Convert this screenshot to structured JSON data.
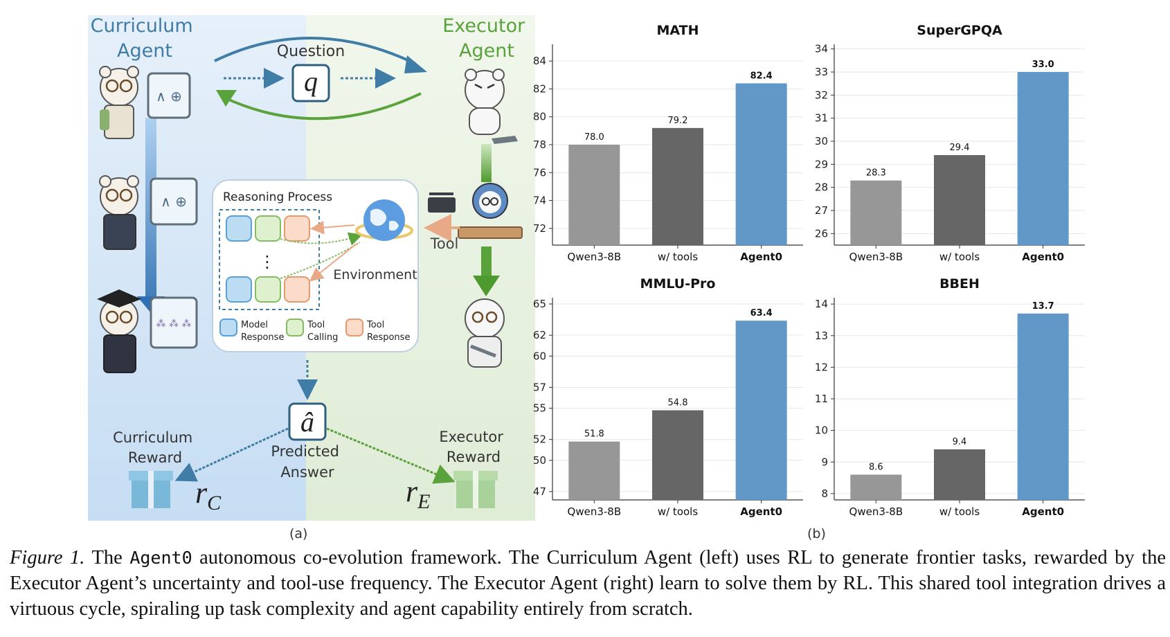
{
  "panel_a": {
    "curriculum_agent": "Curriculum\nAgent",
    "executor_agent": "Executor\nAgent",
    "question": "Question",
    "q_symbol": "q",
    "reasoning_process": "Reasoning Process",
    "dots": "⋮",
    "environment": "Environment",
    "tool": "Tool",
    "legend": [
      {
        "label": "Model\nResponse",
        "color": "#bcdcf3",
        "stroke": "#5aa0d4"
      },
      {
        "label": "Tool\nCalling",
        "color": "#dff0cf",
        "stroke": "#86bb63"
      },
      {
        "label": "Tool\nResponse",
        "color": "#fbdccb",
        "stroke": "#e59a6e"
      }
    ],
    "a_hat": "â",
    "predicted_answer": "Predicted\nAnswer",
    "curriculum_reward": "Curriculum\nReward",
    "executor_reward": "Executor\nReward",
    "r_c": "r",
    "r_c_sub": "C",
    "r_e": "r",
    "r_e_sub": "E",
    "colors": {
      "blue": "#3f7ca6",
      "green": "#5aa23c",
      "orange": "#e8a987"
    }
  },
  "sublabel_a": "(a)",
  "sublabel_b": "(b)",
  "chart_data": [
    {
      "type": "bar",
      "title": "MATH",
      "categories": [
        "Qwen3-8B",
        "w/ tools",
        "Agent0"
      ],
      "values": [
        78.0,
        79.2,
        82.4
      ],
      "labels": [
        "78.0",
        "79.2",
        "82.4"
      ],
      "yticks": [
        72,
        74,
        76,
        78,
        80,
        82,
        84
      ],
      "ylim": [
        70.8,
        85.2
      ],
      "colors": [
        "#979797",
        "#666666",
        "#6298c7"
      ]
    },
    {
      "type": "bar",
      "title": "SuperGPQA",
      "categories": [
        "Qwen3-8B",
        "w/ tools",
        "Agent0"
      ],
      "values": [
        28.3,
        29.4,
        33.0
      ],
      "labels": [
        "28.3",
        "29.4",
        "33.0"
      ],
      "yticks": [
        26,
        27,
        28,
        29,
        30,
        31,
        32,
        33,
        34
      ],
      "ylim": [
        25.5,
        34.2
      ],
      "colors": [
        "#979797",
        "#666666",
        "#6298c7"
      ]
    },
    {
      "type": "bar",
      "title": "MMLU-Pro",
      "categories": [
        "Qwen3-8B",
        "w/ tools",
        "Agent0"
      ],
      "values": [
        51.8,
        54.8,
        63.4
      ],
      "labels": [
        "51.8",
        "54.8",
        "63.4"
      ],
      "yticks": [
        47,
        50,
        52,
        55,
        57,
        60,
        62,
        65
      ],
      "ylim": [
        46.2,
        65.6
      ],
      "ytick_labels": [
        "47",
        "50",
        "52",
        "55",
        "57",
        "60",
        "62",
        "65"
      ],
      "colors": [
        "#979797",
        "#666666",
        "#6298c7"
      ]
    },
    {
      "type": "bar",
      "title": "BBEH",
      "categories": [
        "Qwen3-8B",
        "w/ tools",
        "Agent0"
      ],
      "values": [
        8.6,
        9.4,
        13.7
      ],
      "labels": [
        "8.6",
        "9.4",
        "13.7"
      ],
      "yticks": [
        8,
        9,
        10,
        11,
        12,
        13,
        14
      ],
      "ylim": [
        7.8,
        14.2
      ],
      "colors": [
        "#979797",
        "#666666",
        "#6298c7"
      ]
    }
  ],
  "caption": {
    "fig_label": "Figure 1.",
    "pre": " The ",
    "name": "Agent0",
    "post": " autonomous co-evolution framework. The Curriculum Agent (left) uses RL to generate frontier tasks, rewarded by the Executor Agent’s uncertainty and tool-use frequency. The Executor Agent (right) learn to solve them by RL. This shared tool integration drives a virtuous cycle, spiraling up task complexity and agent capability entirely from scratch."
  }
}
